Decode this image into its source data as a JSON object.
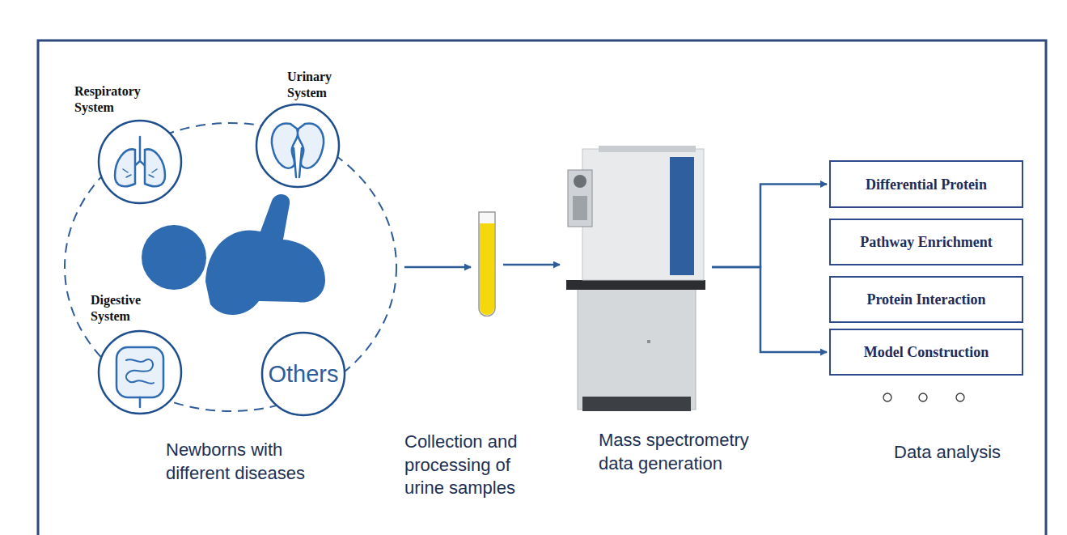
{
  "diagram": {
    "nodes": [
      {
        "text": [
          "Newborns with different diseases"
        ]
      },
      {
        "text": [
          "Respiratory System"
        ],
        "in": 0
      },
      {
        "text": [
          "Urinary System"
        ],
        "in": 0
      },
      {
        "text": [
          "Digestive System"
        ],
        "in": 0
      },
      {
        "text": [
          "Others"
        ],
        "in": 0
      },
      {
        "text": [
          "Collection and processing of urine samples"
        ]
      },
      {
        "text": [
          "Mass spectrometry data generation"
        ]
      },
      {
        "text": [
          "Differential Protein"
        ]
      },
      {
        "text": [
          "Pathway Enrichment"
        ]
      },
      {
        "text": [
          "Protein Interaction"
        ]
      },
      {
        "text": [
          "Model Construction"
        ]
      }
    ],
    "edges": [
      {
        "from": 0,
        "to": 5,
        "arrow": "to"
      },
      {
        "from": 5,
        "to": 6,
        "arrow": "to"
      },
      {
        "from": 6,
        "to": 7,
        "arrow": "to"
      },
      {
        "from": 6,
        "to": 10,
        "arrow": "to"
      }
    ],
    "labels": [
      "Data analysis"
    ]
  }
}
